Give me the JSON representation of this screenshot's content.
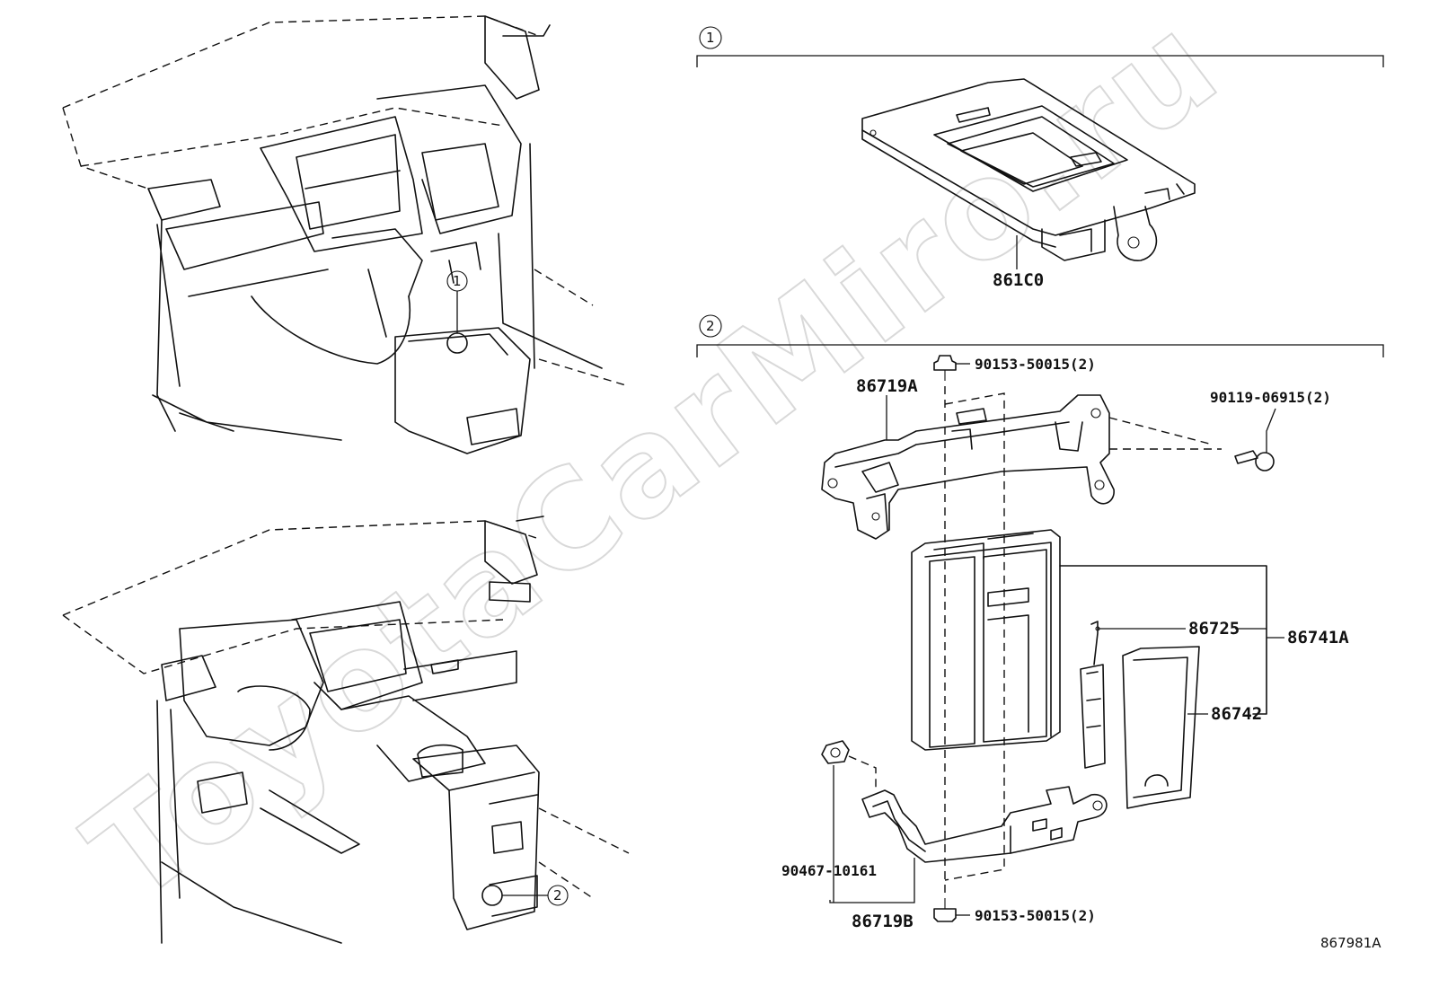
{
  "watermark": "ToyotaCarMiro.ru",
  "reference_code": "867981A",
  "callouts": {
    "one": "1",
    "two": "2"
  },
  "section1": {
    "number": "1",
    "parts": {
      "pad": "861C0"
    }
  },
  "section2": {
    "number": "2",
    "parts": {
      "bracket_upper": "86719A",
      "bolt_top": "90153-50015(2)",
      "bolt_side": "90119-06915(2)",
      "antenna": "86725",
      "ecu_assy": "86741A",
      "cover": "86742",
      "clip": "90467-10161",
      "bracket_lower": "86719B",
      "bolt_bottom": "90153-50015(2)"
    }
  }
}
